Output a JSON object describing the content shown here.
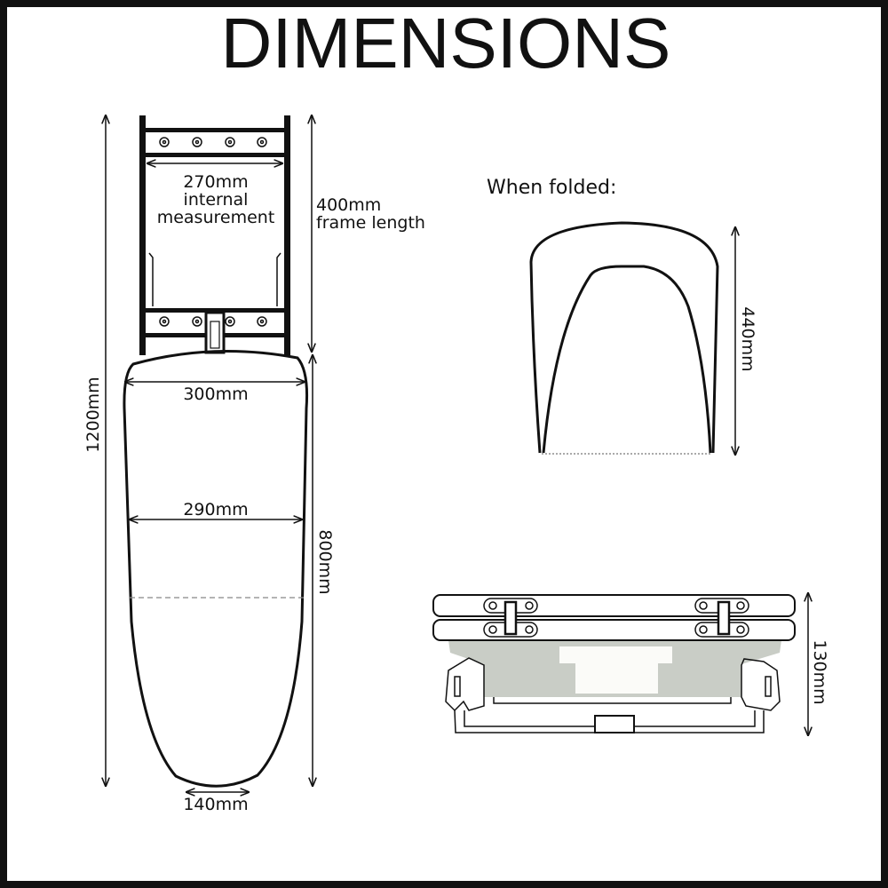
{
  "title": "DIMENSIONS",
  "labels": {
    "internal_width": "270mm",
    "internal_line1": "internal",
    "internal_line2": "measurement",
    "frame_length_value": "400mm",
    "frame_length_text": "frame length",
    "board_top_width": "300mm",
    "board_mid_width": "290mm",
    "board_tip_width": "140mm",
    "total_length": "1200mm",
    "board_length": "800mm",
    "folded_heading": "When folded:",
    "folded_height": "440mm",
    "folded_depth": "130mm"
  },
  "colors": {
    "frame": "#000000",
    "gray_block": "#c9cdc6"
  }
}
